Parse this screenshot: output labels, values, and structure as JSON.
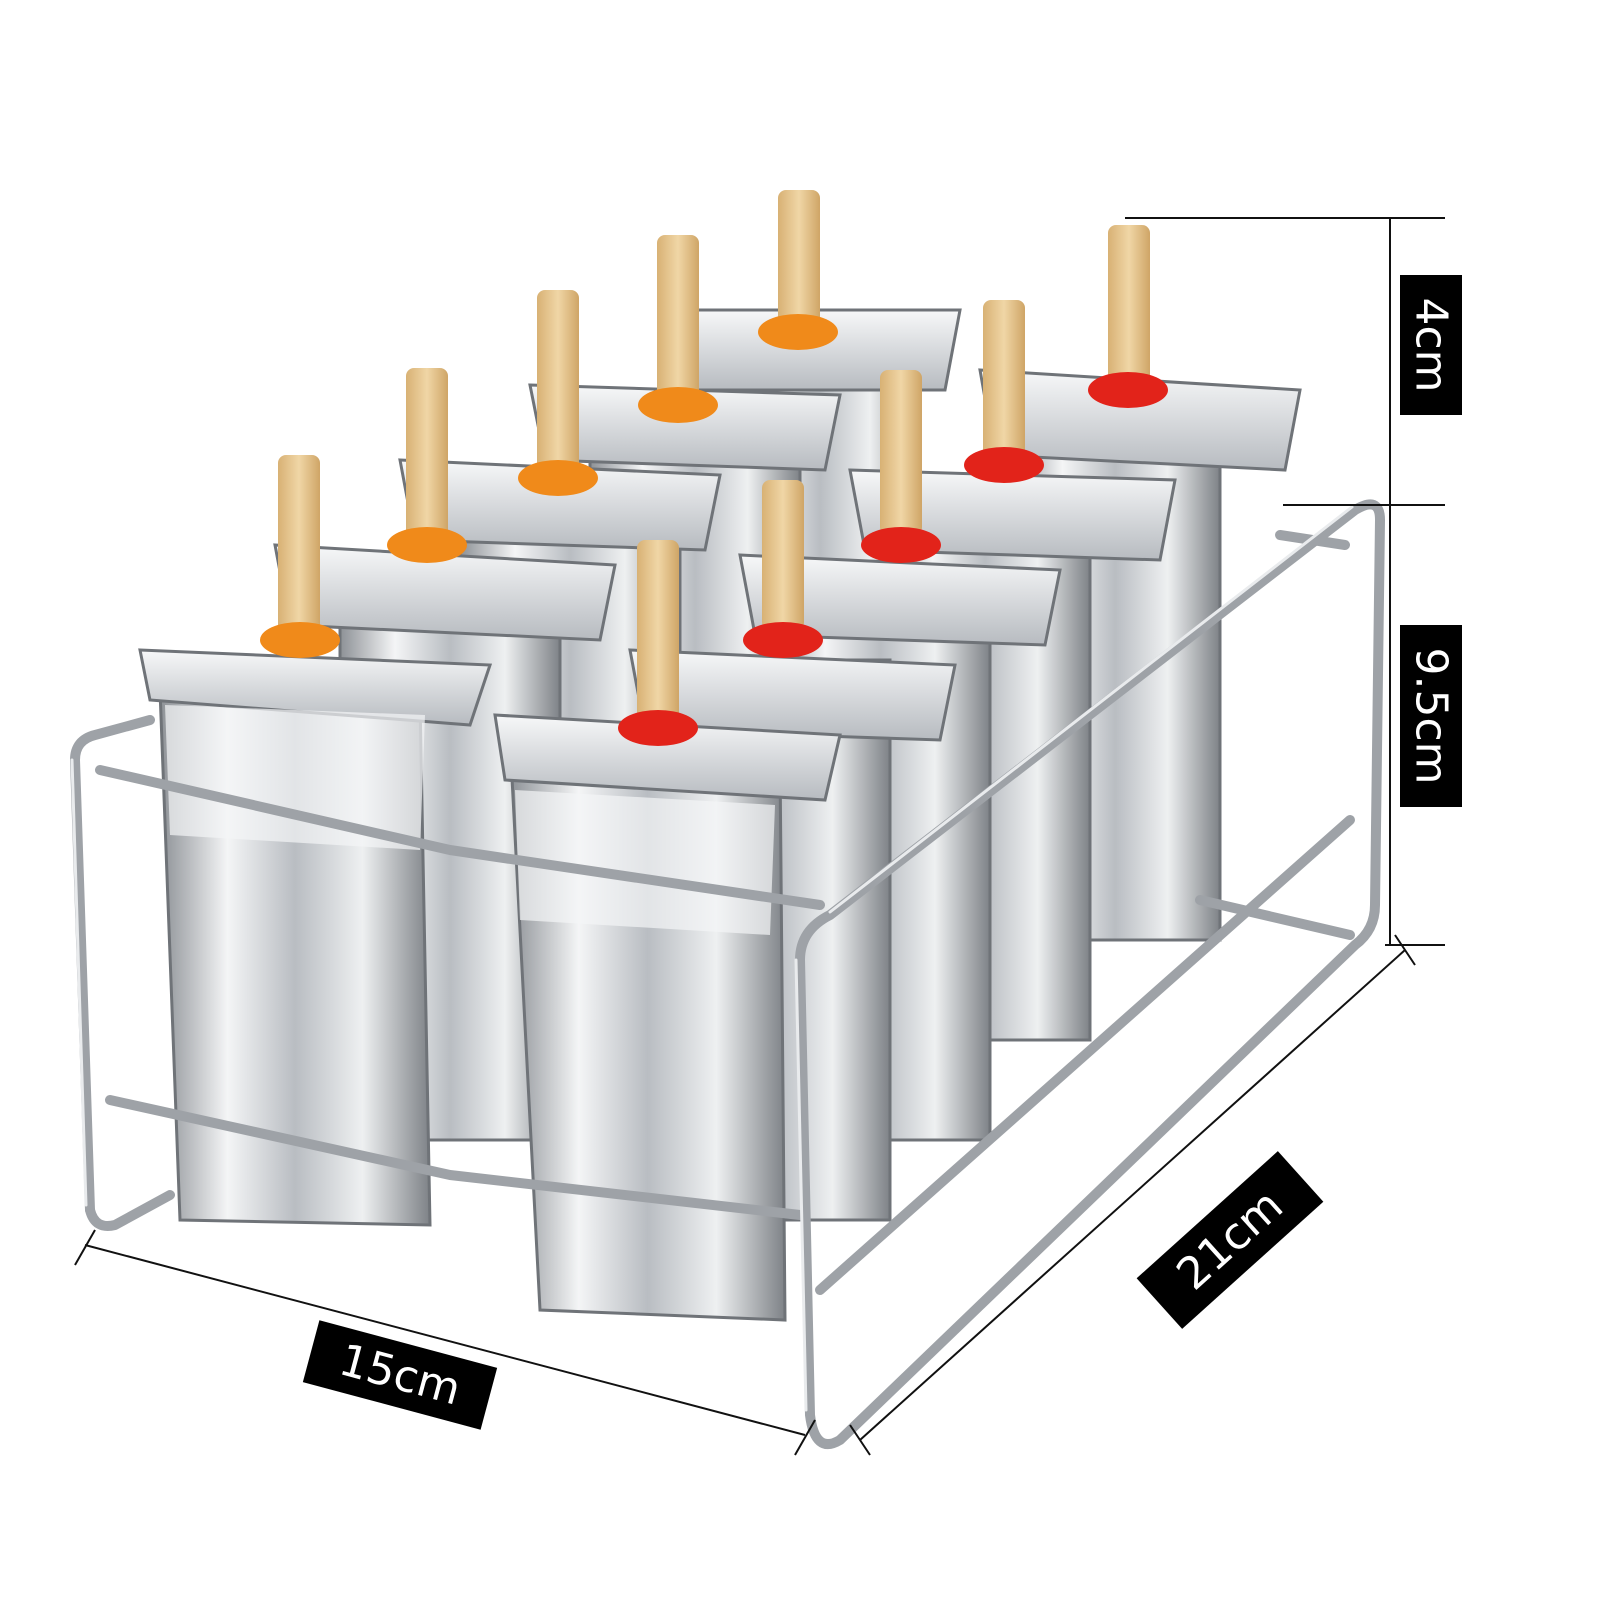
{
  "product": {
    "kind": "stainless steel popsicle mold set with rack",
    "mold_count": 10,
    "metal_color": "#c9ccd0",
    "stick_color": "#e6c48c",
    "ring_colors": {
      "orange": "#f08a1a",
      "red": "#e2231a"
    }
  },
  "dimensions": {
    "stick_height": "4cm",
    "mold_height": "9.5cm",
    "width": "15cm",
    "depth": "21cm"
  },
  "label_style": {
    "background": "#000000",
    "text": "#ffffff"
  }
}
